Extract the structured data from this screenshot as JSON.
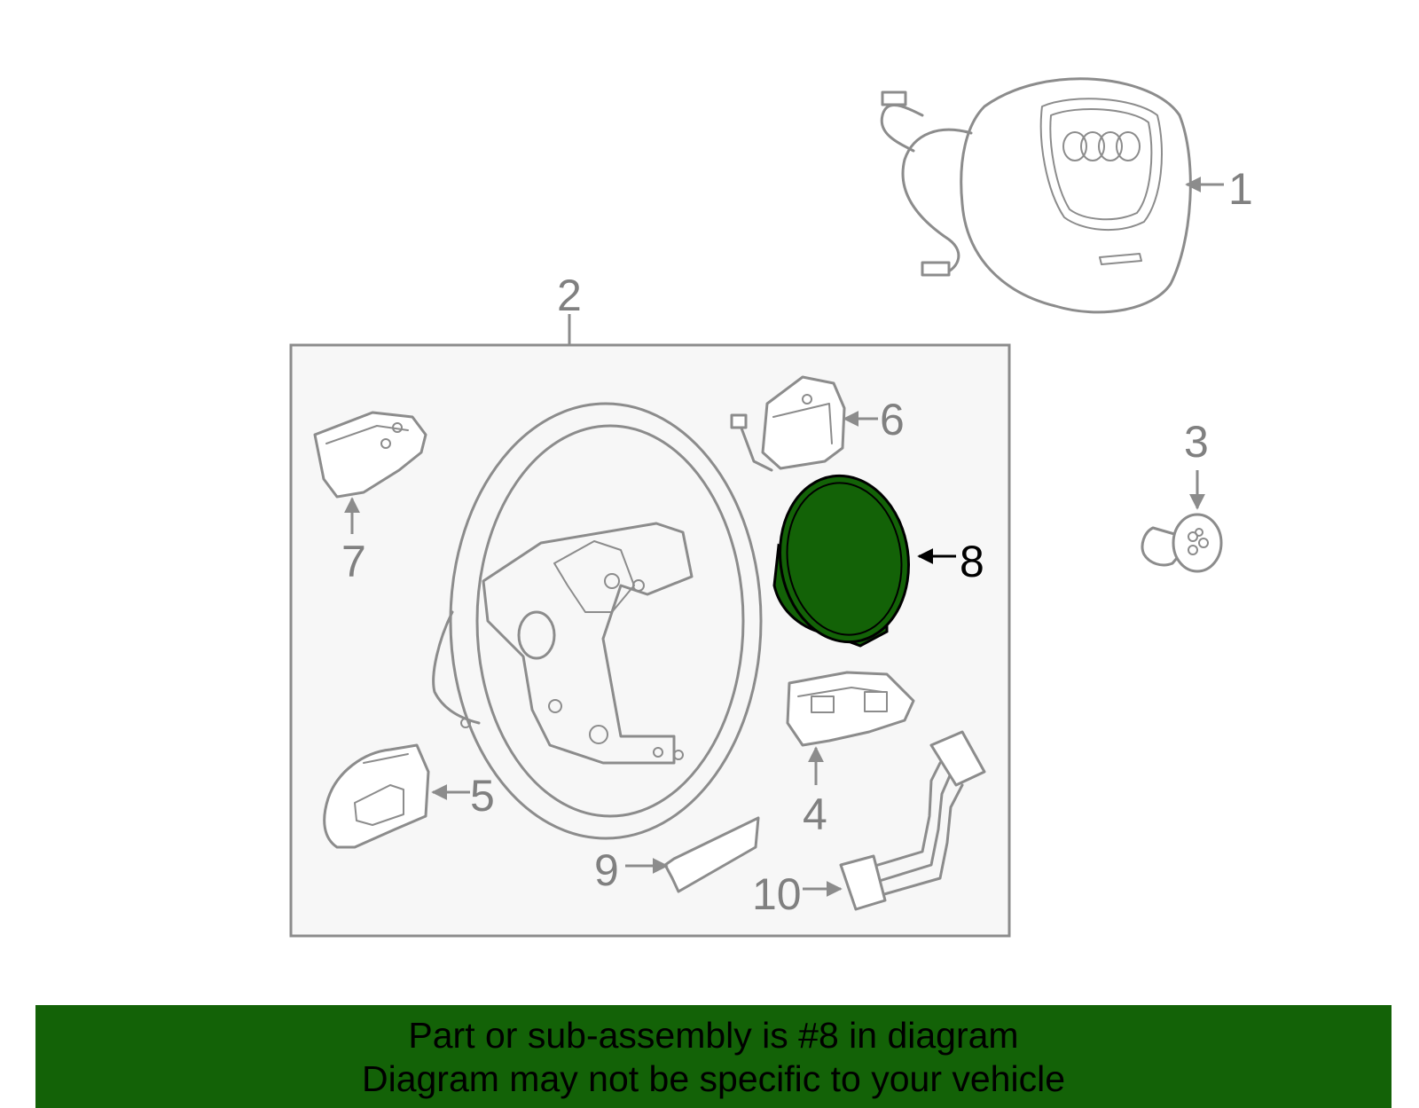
{
  "labels": {
    "p1": "1",
    "p2": "2",
    "p3": "3",
    "p4": "4",
    "p5": "5",
    "p6": "6",
    "p7": "7",
    "p8": "8",
    "p9": "9",
    "p10": "10"
  },
  "highlight": {
    "part": "8",
    "color": "#136207"
  },
  "banner": {
    "line1": "Part or sub-assembly is #8 in diagram",
    "line2": "Diagram may not be specific to your vehicle",
    "color": "#136207"
  }
}
